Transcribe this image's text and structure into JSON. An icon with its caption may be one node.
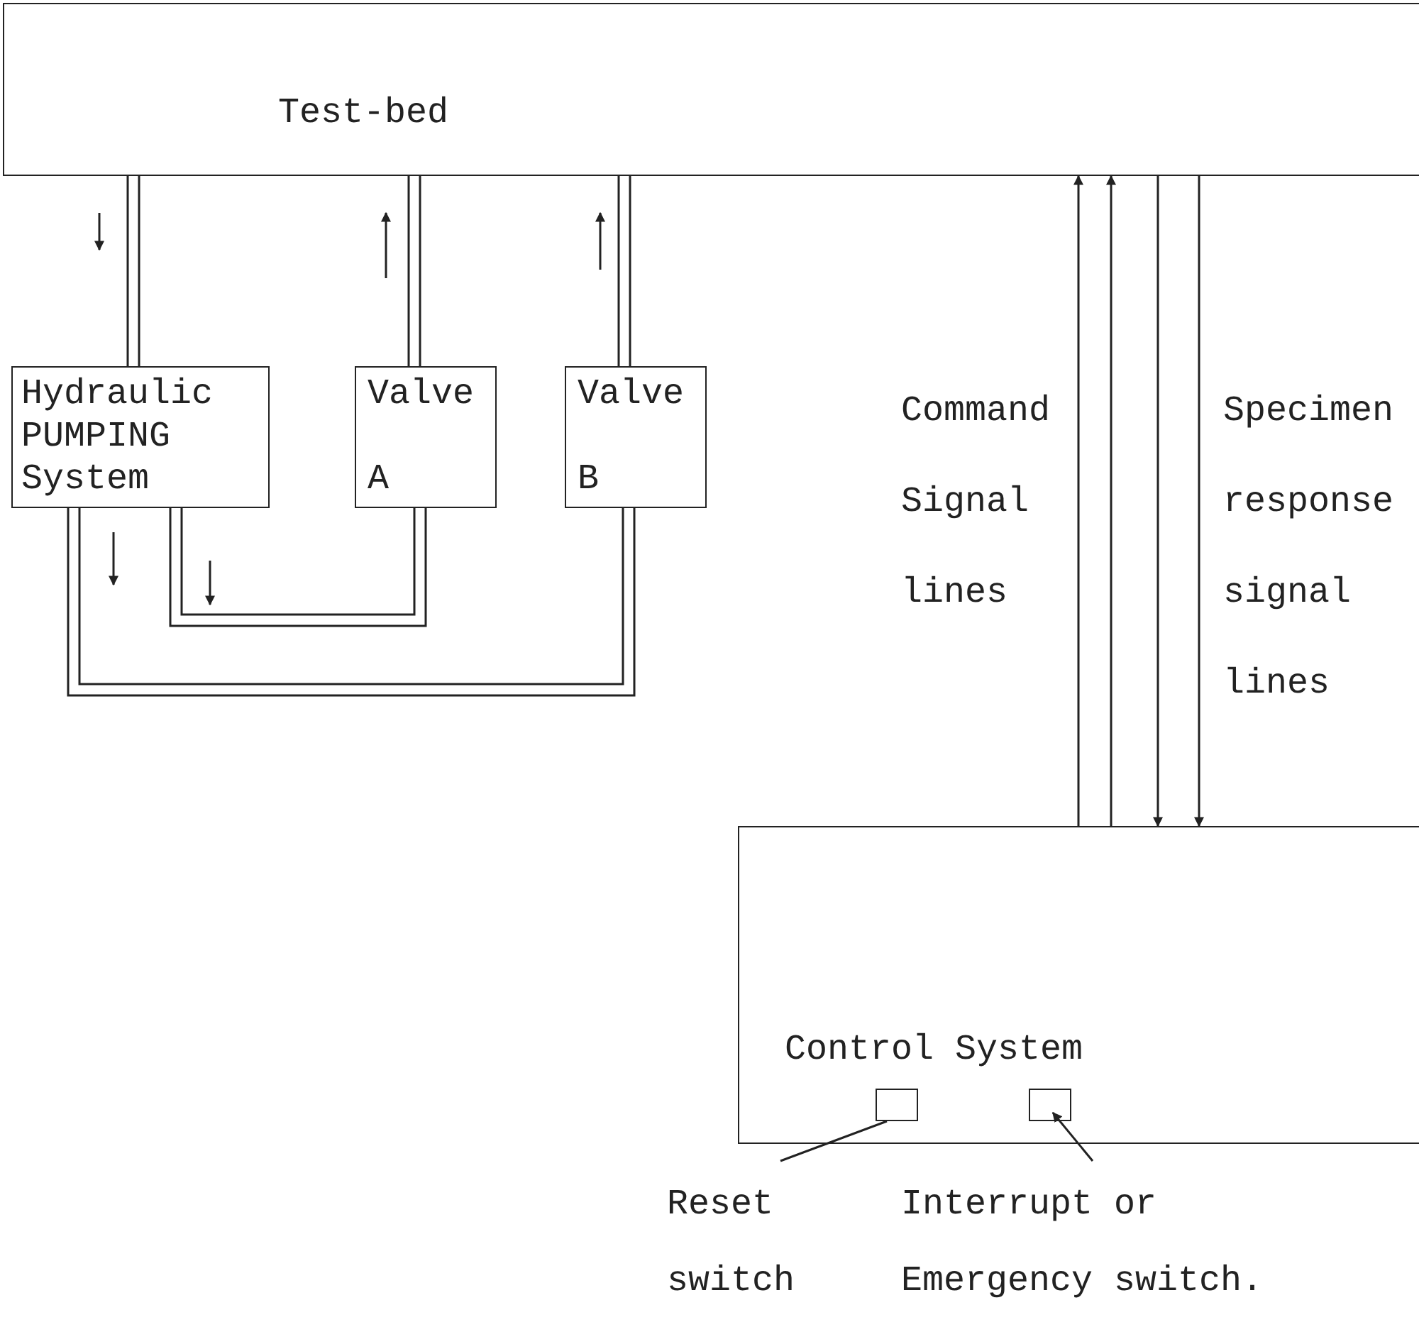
{
  "diagram": {
    "nodes": [
      {
        "text": [
          "Test-bed"
        ]
      },
      {
        "text": [
          "Hydraulic PUMPING System"
        ]
      },
      {
        "text": [
          "Valve",
          "A"
        ]
      },
      {
        "text": [
          "Valve",
          "B"
        ]
      },
      {
        "text": [
          "Control System"
        ]
      },
      {
        "text": [],
        "shape": "box",
        "in": 4
      },
      {
        "text": [],
        "shape": "box",
        "in": 4
      },
      {
        "text": [
          "Reset switch"
        ]
      },
      {
        "text": [
          "Interrupt or Emergency switch."
        ]
      }
    ],
    "edges": [
      {
        "from": 0,
        "to": 1,
        "arrow": "none"
      },
      {
        "from": 2,
        "to": 0,
        "arrow": "none"
      },
      {
        "from": 3,
        "to": 0,
        "arrow": "none"
      },
      {
        "from": 1,
        "to": 2,
        "arrow": "none"
      },
      {
        "from": 1,
        "to": 3,
        "arrow": "none"
      },
      {
        "from": 4,
        "to": 0,
        "arrow": "to"
      },
      {
        "from": 4,
        "to": 0,
        "arrow": "to"
      },
      {
        "from": 0,
        "to": 4,
        "arrow": "to"
      },
      {
        "from": 0,
        "to": 4,
        "arrow": "to"
      },
      {
        "from": 7,
        "to": 5,
        "arrow": "none"
      },
      {
        "from": 8,
        "to": 6,
        "arrow": "to"
      }
    ],
    "labels": [
      "Command Signal lines",
      "Specimen response signal lines"
    ]
  }
}
